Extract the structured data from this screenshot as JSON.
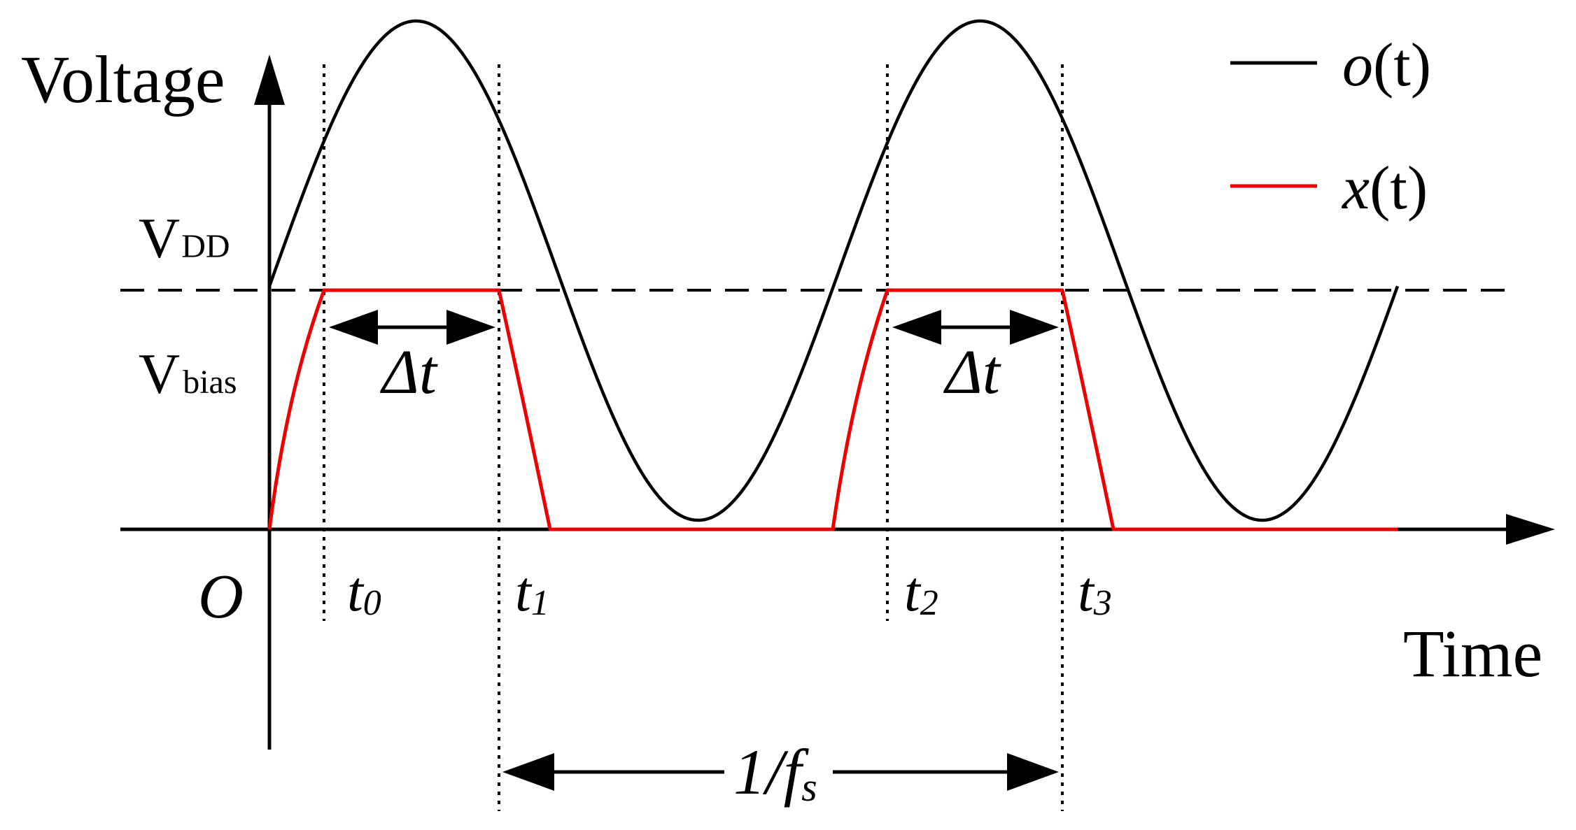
{
  "axes": {
    "y_label": "Voltage",
    "x_label": "Time",
    "origin_label": "O"
  },
  "levels": {
    "vdd": {
      "main": "V",
      "sub": "DD"
    },
    "vbias": {
      "main": "V",
      "sub": "bias"
    }
  },
  "time_marks": [
    {
      "main": "t",
      "sub": "0"
    },
    {
      "main": "t",
      "sub": "1"
    },
    {
      "main": "t",
      "sub": "2"
    },
    {
      "main": "t",
      "sub": "3"
    }
  ],
  "intervals": {
    "delta_t": "Δt",
    "period": {
      "num": "1/",
      "f": "f",
      "sub": "s"
    }
  },
  "legend": [
    {
      "name": "o",
      "arg": "(t)",
      "color": "#000000"
    },
    {
      "name": "x",
      "arg": "(t)",
      "color": "#ee0000"
    }
  ],
  "colors": {
    "o_signal": "#000000",
    "x_signal": "#ee0000",
    "axis": "#000000"
  }
}
